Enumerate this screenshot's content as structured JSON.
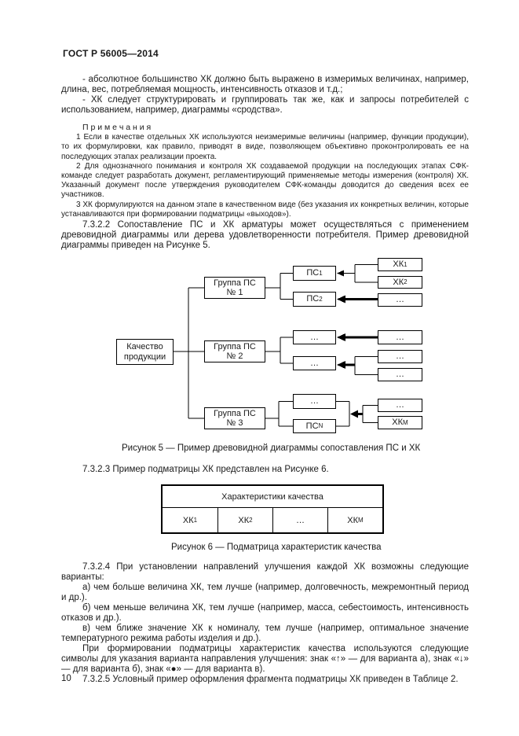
{
  "page": {
    "header": "ГОСТ Р 56005—2014",
    "page_number": "10"
  },
  "text": {
    "bullet1": "- абсолютное большинство ХК должно быть выражено в измеримых величинах, например, длина, вес, потребляемая мощность, интенсивность отказов и т.д.;",
    "bullet2": "- ХК следует структурировать и группировать так же, как и запросы потребителей с использованием, например, диаграммы «сродства».",
    "notes_title": "П р и м е ч а н и я",
    "note1": "1 Если в качестве отдельных ХК используются неизмеримые величины (например, функции продукции), то их формулировки, как правило, приводят в виде, позволяющем объективно проконтролировать ее на последующих этапах реализации проекта.",
    "note2": "2 Для однозначного понимания и контроля ХК создаваемой продукции на последующих этапах СФК-команде следует разработать документ, регламентирующий применяемые методы измерения (контроля) ХК. Указанный документ после утверждения руководителем СФК-команды доводится до сведения всех ее участников.",
    "note3": "3 ХК формулируются на данном этапе в качественном виде (без указания их конкретных величин, которые устанавливаются при формировании подматрицы «выходов»).",
    "p7322": "7.3.2.2 Сопоставление ПС и ХК арматуры может осуществляться с применением древовидной диаграммы или дерева удовлетворенности потребителя. Пример древовидной диаграммы приведен на Рисунке 5.",
    "fig5_caption": "Рисунок 5 — Пример древовидной диаграммы сопоставления ПС и ХК",
    "p7323": "7.3.2.3 Пример подматрицы ХК представлен на Рисунке 6.",
    "fig6_caption": "Рисунок 6 — Подматрица характеристик качества",
    "p7324": "7.3.2.4 При установлении направлений улучшения каждой ХК возможны следующие варианты:",
    "item_a": "а) чем больше величина ХК, тем лучше (например, долговечность, межремонтный период и др.).",
    "item_b": "б) чем меньше величина ХК, тем лучше (например, масса, себестоимость, интенсивность отказов и др.).",
    "item_v": "в) чем ближе значение ХК к номиналу, тем лучше (например, оптимальное значение температурного режима работы изделия и др.).",
    "p_symbols": "При формировании подматрицы характеристик качества используются следующие символы для указания варианта направления улучшения: знак «↑» — для варианта а), знак «↓» — для варианта б), знак «●» — для варианта в).",
    "p7325": "7.3.2.5 Условный пример оформления фрагмента подматрицы ХК приведен в Таблице 2."
  },
  "diagram": {
    "root": {
      "line1": "Качество",
      "line2": "продукции"
    },
    "group1": {
      "line1": "Группа ПС",
      "line2": "№ 1"
    },
    "group2": {
      "line1": "Группа ПС",
      "line2": "№ 2"
    },
    "group3": {
      "line1": "Группа ПС",
      "line2": "№ 3"
    },
    "ps1": {
      "label": "ПС",
      "sub": "1"
    },
    "ps2": {
      "label": "ПС",
      "sub": "2"
    },
    "g2a": {
      "label": "…",
      "sub": ""
    },
    "g2b": {
      "label": "…",
      "sub": ""
    },
    "g3a": {
      "label": "…",
      "sub": ""
    },
    "psn": {
      "label": "ПС",
      "sub": "N"
    },
    "xk1": {
      "label": "ХК",
      "sub": "1"
    },
    "xk2": {
      "label": "ХК",
      "sub": "2"
    },
    "d1": {
      "label": "…",
      "sub": ""
    },
    "d2": {
      "label": "…",
      "sub": ""
    },
    "d3": {
      "label": "…",
      "sub": ""
    },
    "d4": {
      "label": "…",
      "sub": ""
    },
    "d5": {
      "label": "…",
      "sub": ""
    },
    "xkm": {
      "label": "ХК",
      "sub": "М"
    }
  },
  "table": {
    "header": "Характеристики качества",
    "cells": [
      {
        "label": "ХК",
        "sub": "1"
      },
      {
        "label": "ХК",
        "sub": "2"
      },
      {
        "label": "…",
        "sub": ""
      },
      {
        "label": "ХК",
        "sub": "М"
      }
    ]
  },
  "colors": {
    "ink": "#1a1a1a",
    "paper": "#ffffff"
  }
}
